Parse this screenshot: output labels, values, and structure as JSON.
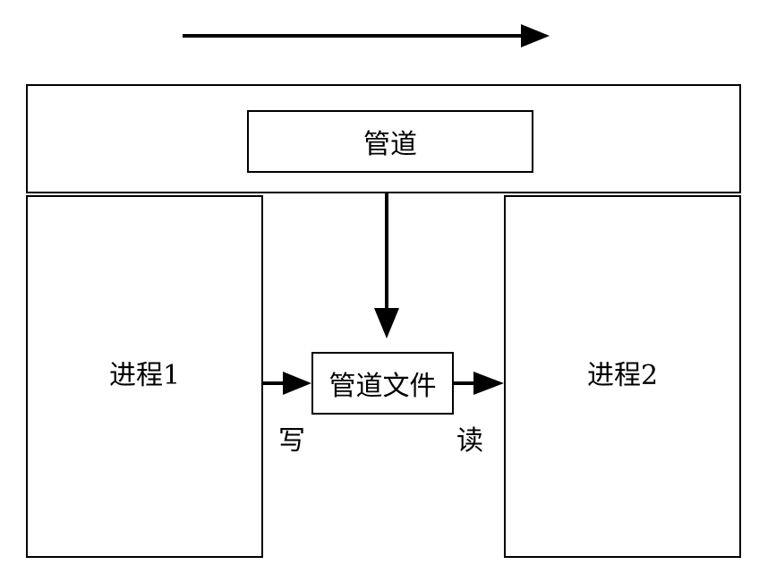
{
  "nodes": {
    "pipe": "管道",
    "process1": "进程1",
    "process2": "进程2",
    "pipe_file": "管道文件"
  },
  "edge_labels": {
    "write": "写",
    "read": "读"
  },
  "colors": {
    "stroke": "#000000",
    "background": "#ffffff"
  }
}
